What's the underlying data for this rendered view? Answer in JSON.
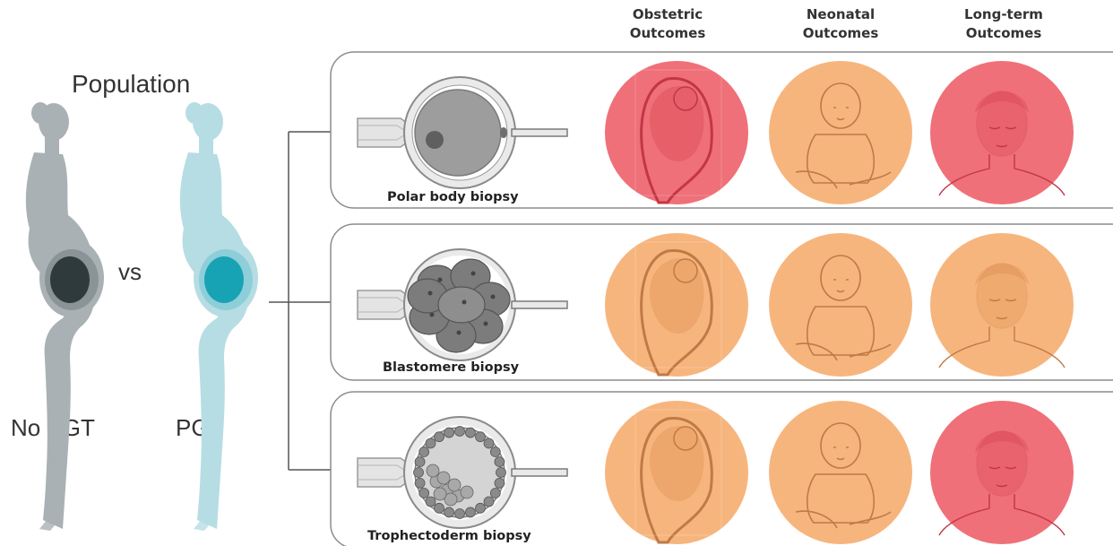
{
  "population": {
    "title": "Population",
    "vs_label": "vs",
    "groups": [
      {
        "label": "No PGT",
        "color": "#a9b1b4",
        "fetus_color": "#2f3a3c"
      },
      {
        "label": "PGT",
        "color": "#b6dde4",
        "fetus_color": "#18a3b5"
      }
    ]
  },
  "columns": [
    {
      "label": "Obstetric\nOutcomes"
    },
    {
      "label": "Neonatal\nOutcomes"
    },
    {
      "label": "Long-term\nOutcomes"
    }
  ],
  "biopsies": [
    {
      "caption": "Polar body biopsy",
      "embryo": "oocyte",
      "outcomes": [
        "red",
        "orange",
        "red"
      ]
    },
    {
      "caption": "Blastomere biopsy",
      "embryo": "cleavage",
      "outcomes": [
        "orange",
        "orange",
        "orange"
      ]
    },
    {
      "caption": "Trophectoderm biopsy",
      "embryo": "blastocyst",
      "outcomes": [
        "orange",
        "orange",
        "red"
      ]
    }
  ],
  "colors": {
    "red": "#ef7079",
    "orange": "#f7b57e",
    "panel_border": "#8c8c8c",
    "connector": "#555555"
  },
  "icons": {
    "obstetric": "fetus-in-uterus-icon",
    "neonatal": "baby-icon",
    "longterm": "adult-face-icon"
  }
}
